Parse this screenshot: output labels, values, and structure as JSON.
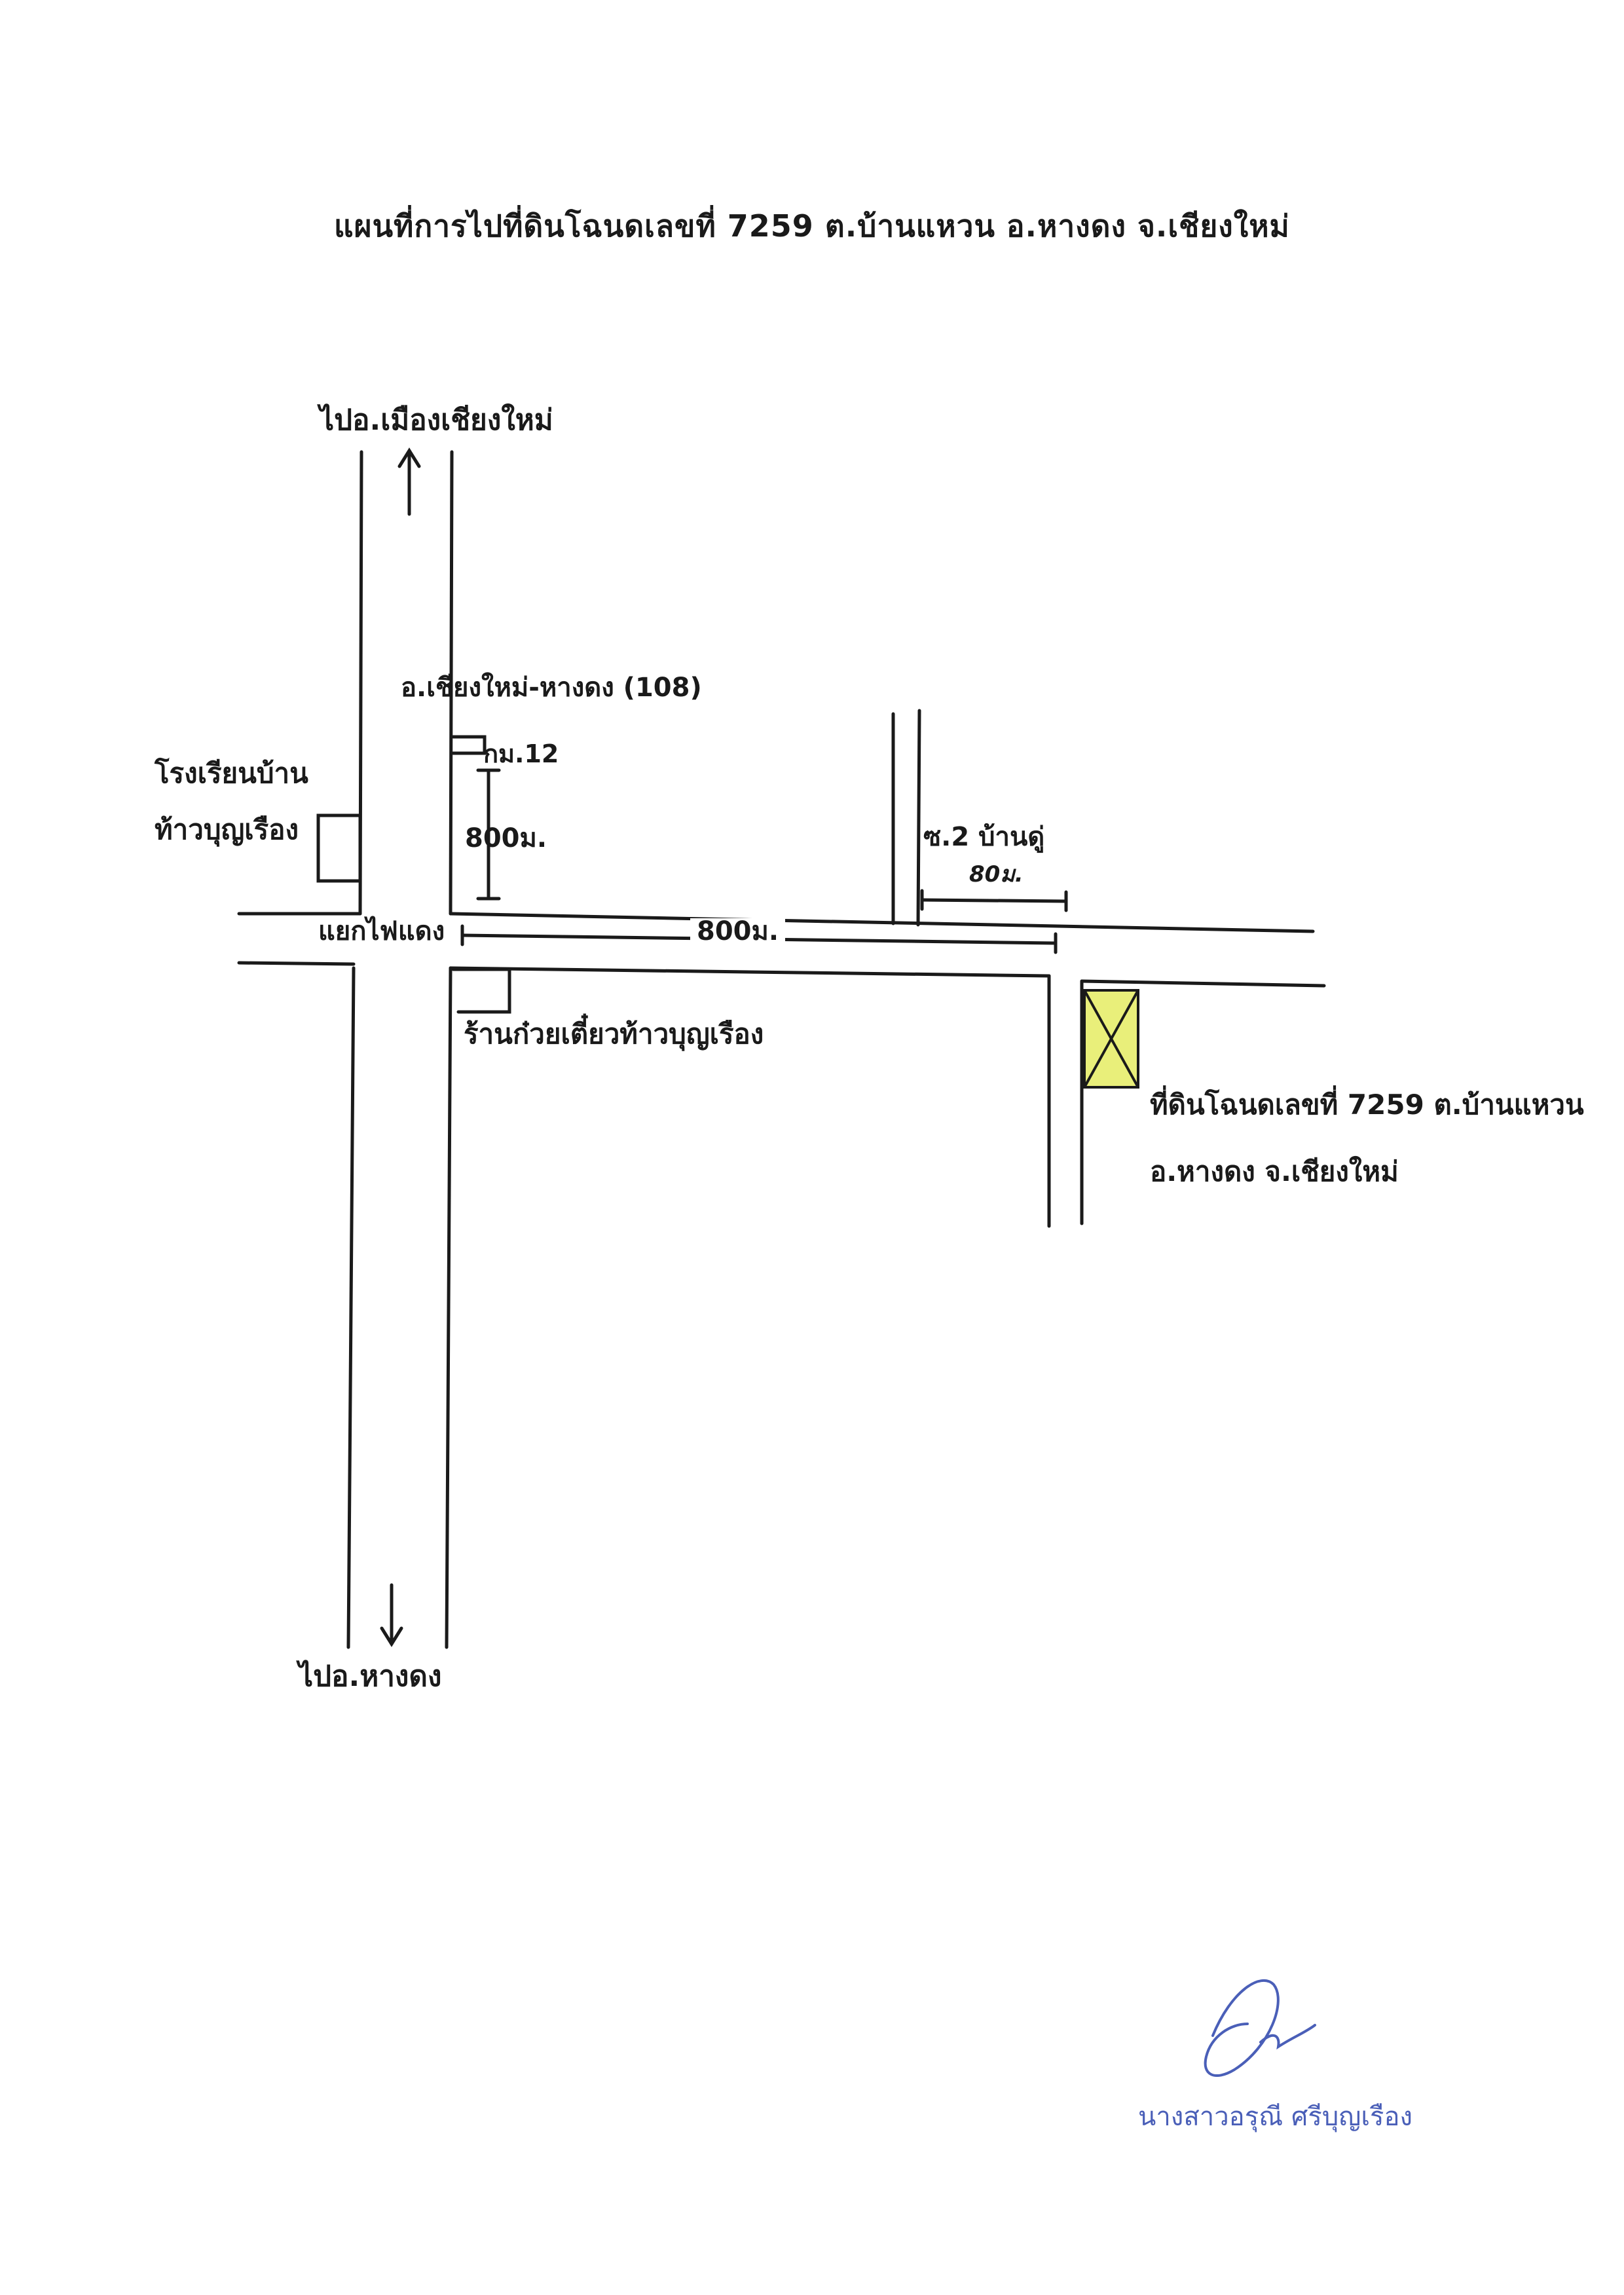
{
  "map": {
    "title": "แผนที่การไปที่ดินโฉนดเลขที่ 7259 ต.บ้านแหวน อ.หางดง จ.เชียงใหม่",
    "labels": {
      "to_north": "ไปอ.เมืองเชียงใหม่",
      "main_road": "อ.เชียงใหม่-หางดง (108)",
      "km_marker": "กม.12",
      "school_line1": "โรงเรียนบ้าน",
      "school_line2": "ท้าวบุญเรือง",
      "distance_vertical": "800ม.",
      "soi": "ซ.2 บ้านดู่",
      "distance_soi": "80ม.",
      "junction": "แยกไฟแดง",
      "distance_horizontal": "800ม.",
      "noodle_shop": "ร้านก๋วยเตี๋ยวท้าวบุญเรือง",
      "land_line1": "ที่ดินโฉนดเลขที่ 7259 ต.บ้านแหวน",
      "land_line2": "อ.หางดง จ.เชียงใหม่",
      "to_south": "ไปอ.หางดง"
    },
    "land_highlight_color": "#e9ef7a",
    "ink_color": "#1a1a1a"
  },
  "signature": {
    "signer_name": "นางสาวอรุณี ศรีบุญเรือง",
    "ink_color": "#4a5fb8"
  }
}
